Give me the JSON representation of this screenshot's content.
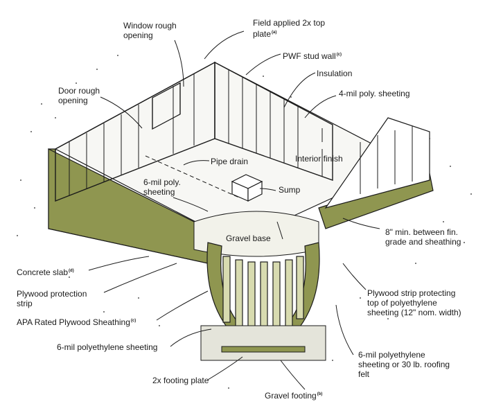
{
  "colors": {
    "sheathing": "#8f9650",
    "sheathing_dark": "#6f7636",
    "stud": "#d8dbb0",
    "ink": "#1a1a1a",
    "gravel": "#f2f2ea"
  },
  "labels": {
    "window": "Window rough opening",
    "field_plate": "Field applied 2x top plate",
    "field_plate_note": "(a)",
    "pwf_stud": "PWF stud wall",
    "pwf_stud_note": "(c)",
    "insulation": "Insulation",
    "poly4": "4-mil poly. sheeting",
    "door": "Door rough opening",
    "interior": "Interior finish",
    "pipe_drain": "Pipe drain",
    "poly6_floor": "6-mil poly. sheeting",
    "sump": "Sump",
    "gravel_base": "Gravel base",
    "min_between": "8\" min. between fin. grade and sheathing",
    "concrete": "Concrete slab",
    "concrete_note": "(d)",
    "plywood_strip": "Plywood protection strip",
    "apa": "APA Rated Plywood Sheathing",
    "apa_note": "(c)",
    "poly6_wall": "6-mil polyethylene sheeting",
    "plywood_strip_right": "Plywood strip protecting top of polyethylene sheeting (12\" nom. width)",
    "poly6_felt": "6-mil polyethylene sheeting or 30 lb. roofing felt",
    "footing_plate": "2x footing plate",
    "gravel_footing": "Gravel footing",
    "gravel_footing_note": "(b)"
  }
}
